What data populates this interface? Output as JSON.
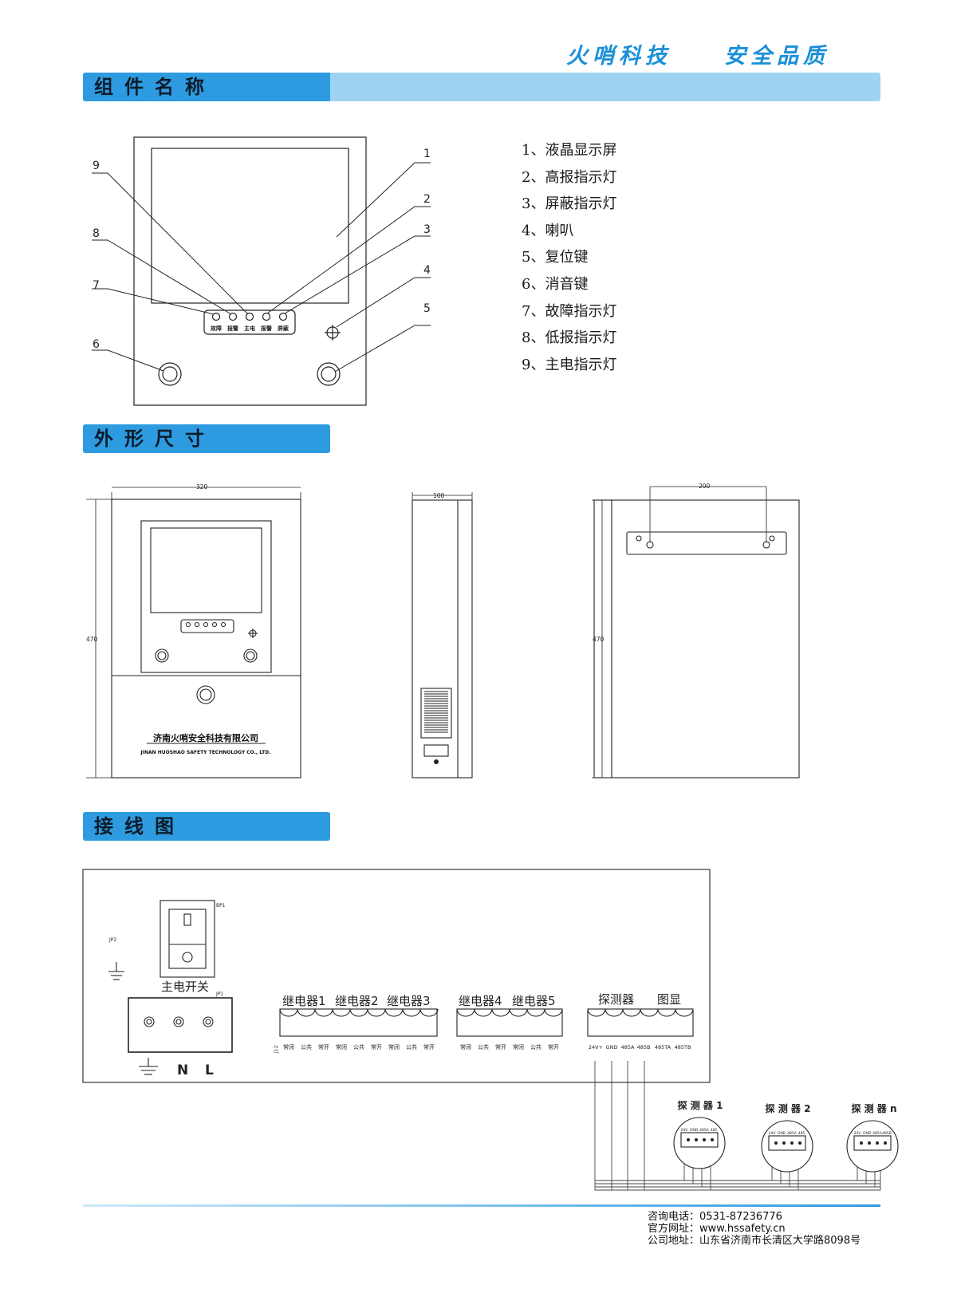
{
  "header": {
    "slogan_left": "火哨科技",
    "slogan_right": "安全品质"
  },
  "sections": {
    "components": "组件名称",
    "dimensions": "外形尺寸",
    "wiring": "接线图"
  },
  "components": {
    "callouts": [
      "1",
      "2",
      "3",
      "4",
      "5",
      "6",
      "7",
      "8",
      "9"
    ],
    "panel_lamps": [
      "故障",
      "报警",
      "主电",
      "报警",
      "屏蔽"
    ],
    "list": [
      "1、液晶显示屏",
      "2、高报指示灯",
      "3、屏蔽指示灯",
      "4、喇叭",
      "5、复位键",
      "6、消音键",
      "7、故障指示灯",
      "8、低报指示灯",
      "9、主电指示灯"
    ]
  },
  "dimensions": {
    "front_width": "320",
    "front_height": "470",
    "side_depth": "100",
    "back_mount_spacing": "200",
    "back_height": "470",
    "company_cn": "济南火哨安全科技有限公司",
    "company_en": "JINAN HUOSHAO SAFETY TECHNOLOGY CO., LTD."
  },
  "wiring": {
    "jp2": "JP2",
    "bp1": "BP1",
    "jp1": "JP1",
    "j12": "J12",
    "main_switch": "主电开关",
    "power_terminals": [
      "N",
      "L"
    ],
    "relay_group1_labels": [
      "继电器1",
      "继电器2",
      "继电器3"
    ],
    "relay_group2_labels": [
      "继电器4",
      "继电器5"
    ],
    "detector_label": "探测器",
    "graphic_label": "图显",
    "relay_pins_g1": [
      "常闭",
      "公共",
      "常开",
      "常闭",
      "公共",
      "常开",
      "常闭",
      "公共",
      "常开"
    ],
    "relay_pins_g2": [
      "常闭",
      "公共",
      "常开",
      "常闭",
      "公共",
      "常开"
    ],
    "detector_pins": [
      "24V+",
      "GND",
      "485A",
      "485B",
      "485TA",
      "485TB"
    ],
    "detectors": [
      {
        "name": "探 测 器 1",
        "pins": [
          "24V",
          "GND",
          "485A",
          "485"
        ]
      },
      {
        "name": "探 测 器 2",
        "pins": [
          "24V",
          "GND",
          "485A",
          "485"
        ]
      },
      {
        "name": "探 测 器 n",
        "pins": [
          "24V",
          "GND",
          "485A",
          "485B"
        ]
      }
    ]
  },
  "contact": {
    "phone": "咨询电话：0531-87236776",
    "website": "官方网址：www.hssafety.cn",
    "address": "公司地址：山东省济南市长清区大学路8098号"
  },
  "colors": {
    "accent": "#2e9be0",
    "accent_light": "#9fd3f4",
    "slogan": "#1a8fd8"
  }
}
